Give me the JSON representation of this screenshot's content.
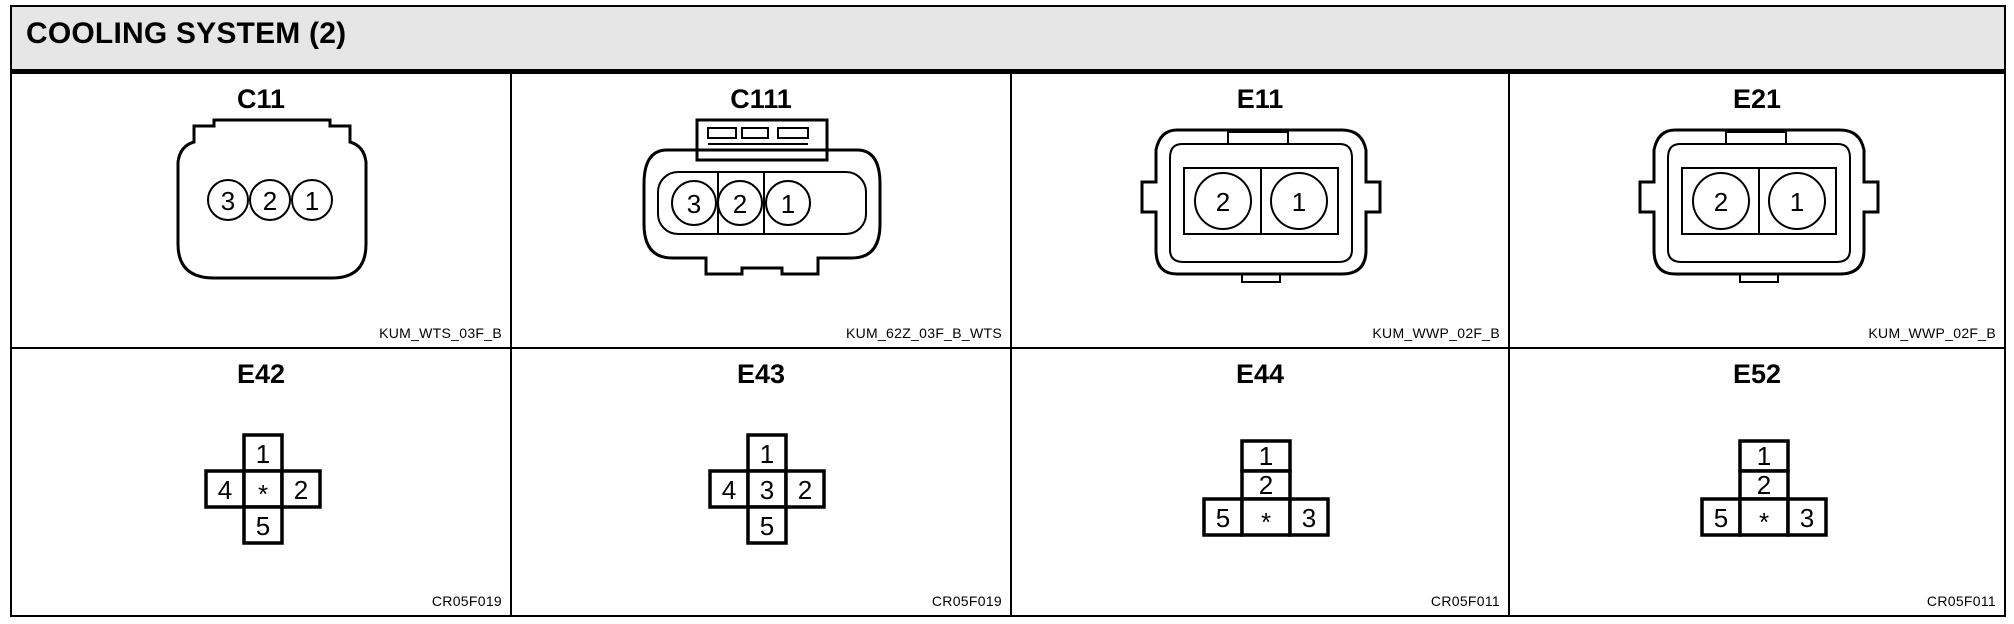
{
  "title": "COOLING SYSTEM (2)",
  "connectors": [
    {
      "id": "C11",
      "code": "KUM_WTS_03F_B",
      "pins": [
        "3",
        "2",
        "1"
      ]
    },
    {
      "id": "C111",
      "code": "KUM_62Z_03F_B_WTS",
      "pins": [
        "3",
        "2",
        "1"
      ]
    },
    {
      "id": "E11",
      "code": "KUM_WWP_02F_B",
      "pins": [
        "2",
        "1"
      ]
    },
    {
      "id": "E21",
      "code": "KUM_WWP_02F_B",
      "pins": [
        "2",
        "1"
      ]
    },
    {
      "id": "E42",
      "code": "CR05F019",
      "pins": {
        "top": "1",
        "left": "4",
        "center": "*",
        "right": "2",
        "bottom": "5"
      }
    },
    {
      "id": "E43",
      "code": "CR05F019",
      "pins": {
        "top": "1",
        "left": "4",
        "center": "3",
        "right": "2",
        "bottom": "5"
      }
    },
    {
      "id": "E44",
      "code": "CR05F011",
      "pins": {
        "top": "1",
        "middle": "2",
        "left": "5",
        "center": "*",
        "right": "3"
      }
    },
    {
      "id": "E52",
      "code": "CR05F011",
      "pins": {
        "top": "1",
        "middle": "2",
        "left": "5",
        "center": "*",
        "right": "3"
      }
    }
  ]
}
